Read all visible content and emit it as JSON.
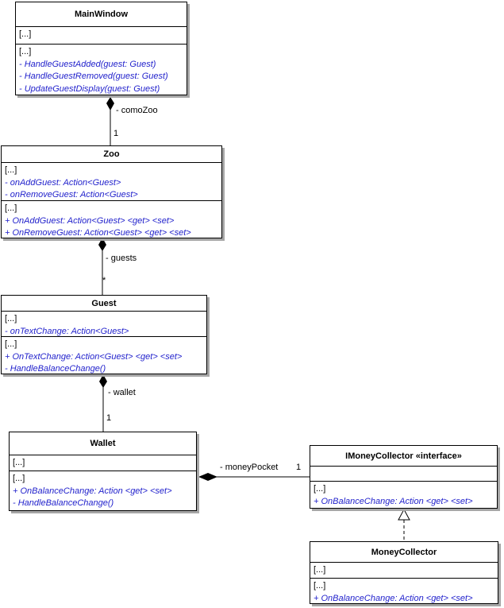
{
  "classes": [
    {
      "name": "MainWindow",
      "attributes": [
        "[...]"
      ],
      "methods": [
        "[...]",
        "- HandleGuestAdded(guest: Guest)",
        "- HandleGuestRemoved(guest: Guest)",
        "- UpdateGuestDisplay(guest: Guest)"
      ]
    },
    {
      "name": "Zoo",
      "attributes": [
        "[...]",
        "- onAddGuest: Action<Guest>",
        "- onRemoveGuest: Action<Guest>"
      ],
      "methods": [
        "[...]",
        "+ OnAddGuest: Action<Guest> <get> <set>",
        "+ OnRemoveGuest: Action<Guest> <get> <set>"
      ]
    },
    {
      "name": "Guest",
      "attributes": [
        "[...]",
        "- onTextChange: Action<Guest>"
      ],
      "methods": [
        "[...]",
        "+ OnTextChange: Action<Guest> <get> <set>",
        "- HandleBalanceChange()"
      ]
    },
    {
      "name": "Wallet",
      "attributes": [
        "[...]"
      ],
      "methods": [
        "[...]",
        "+ OnBalanceChange: Action <get> <set>",
        "- HandleBalanceChange()"
      ]
    },
    {
      "name": "IMoneyCollector «interface»",
      "attributes": [
        ""
      ],
      "methods": [
        "[...]",
        "+ OnBalanceChange: Action <get> <set>"
      ]
    },
    {
      "name": "MoneyCollector",
      "attributes": [
        "[...]"
      ],
      "methods": [
        "[...]",
        "+ OnBalanceChange: Action <get> <set>"
      ]
    }
  ],
  "connectors": [
    {
      "type": "composition",
      "from": "MainWindow",
      "to": "Zoo",
      "label": "- comoZoo",
      "multiplicity": "1"
    },
    {
      "type": "composition",
      "from": "Zoo",
      "to": "Guest",
      "label": "- guests",
      "multiplicity": "*"
    },
    {
      "type": "composition",
      "from": "Guest",
      "to": "Wallet",
      "label": "- wallet",
      "multiplicity": "1"
    },
    {
      "type": "composition",
      "from": "Wallet",
      "to": "IMoneyCollector",
      "label": "- moneyPocket",
      "multiplicity": "1"
    },
    {
      "type": "realization",
      "from": "MoneyCollector",
      "to": "IMoneyCollector",
      "label": "",
      "multiplicity": ""
    }
  ],
  "colors": {
    "member_text": "#2222cc",
    "plain_text": "#000000",
    "border": "#000000",
    "shadow": "#a6a6a6",
    "background": "#ffffff"
  }
}
